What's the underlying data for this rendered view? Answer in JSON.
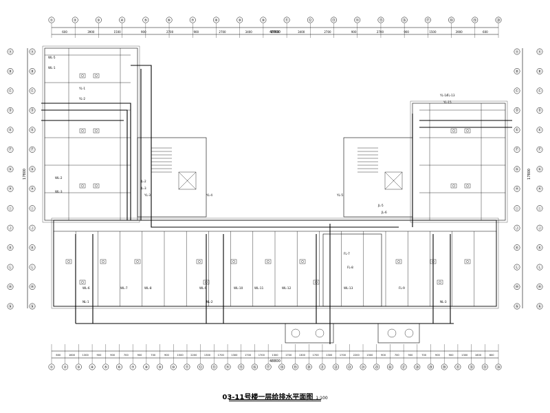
{
  "drawing_title": "03-11号楼一层给排水平面图",
  "drawing_scale": "1:100",
  "dimensions": {
    "overall_top": "48800",
    "overall_bottom": "48800",
    "overall_left": "17800",
    "overall_right": "17800",
    "top_row": [
      "600",
      "3900",
      "1500",
      "900",
      "2700",
      "900",
      "2700",
      "3400",
      "17800",
      "3400",
      "2700",
      "900",
      "2700",
      "900",
      "1500",
      "3900",
      "600"
    ],
    "bottom_row": [
      "600",
      "1600",
      "1300",
      "900",
      "900",
      "700",
      "900",
      "700",
      "900",
      "1500",
      "2200",
      "1300",
      "1700",
      "1300",
      "1700",
      "1700",
      "1300",
      "1700",
      "1300",
      "1700",
      "1300",
      "1700",
      "2200",
      "1500",
      "900",
      "700",
      "900",
      "700",
      "900",
      "900",
      "1300",
      "1600",
      "600"
    ]
  },
  "grid_axes": {
    "top": [
      "①",
      "②",
      "③",
      "④",
      "⑤",
      "⑥",
      "⑦",
      "⑧",
      "⑨",
      "⑩",
      "⑪",
      "⑫",
      "⑬",
      "⑭",
      "⑮",
      "⑯",
      "⑰",
      "⑱",
      "⑲",
      "⑳"
    ],
    "bottom": [
      "①",
      "②",
      "③",
      "④",
      "⑤",
      "⑥",
      "⑦",
      "⑧",
      "⑨",
      "⑩",
      "⑪",
      "⑫",
      "⑬",
      "⑭",
      "⑮",
      "⑯",
      "⑰",
      "⑱",
      "⑲",
      "⑳",
      "㉑",
      "㉒",
      "㉓",
      "㉔",
      "㉕",
      "㉖",
      "㉗",
      "㉘",
      "㉙",
      "㉚",
      "㉛",
      "㉜",
      "㉝",
      "㉞"
    ],
    "left": [
      "Ⓐ",
      "Ⓑ",
      "Ⓒ",
      "Ⓓ",
      "Ⓔ",
      "Ⓕ",
      "Ⓖ",
      "Ⓗ",
      "Ⓘ",
      "Ⓙ",
      "Ⓚ",
      "Ⓛ",
      "Ⓜ",
      "Ⓝ"
    ],
    "right": [
      "Ⓐ",
      "Ⓑ",
      "Ⓒ",
      "Ⓓ",
      "Ⓔ",
      "Ⓕ",
      "Ⓖ",
      "Ⓗ",
      "Ⓘ",
      "Ⓙ",
      "Ⓚ",
      "Ⓛ",
      "Ⓜ",
      "Ⓝ"
    ]
  },
  "pipe_labels": [
    "WL-5",
    "WL-1",
    "YL-1",
    "YL-2",
    "JL-2",
    "JL-3",
    "YL-3",
    "YL-4",
    "YL-5",
    "WL-6",
    "WL-7",
    "WL-8",
    "WL-9",
    "WL-10",
    "WL-11",
    "WL-12",
    "WL-13",
    "YL-14",
    "YL-15",
    "JL-5",
    "JL-6",
    "FL-7",
    "FL-8",
    "FL-9",
    "FL-13",
    "WL-2",
    "WL-3",
    "NL-1",
    "NL-2",
    "NL-3"
  ],
  "colors": {
    "line": "#000000",
    "background": "#ffffff"
  }
}
